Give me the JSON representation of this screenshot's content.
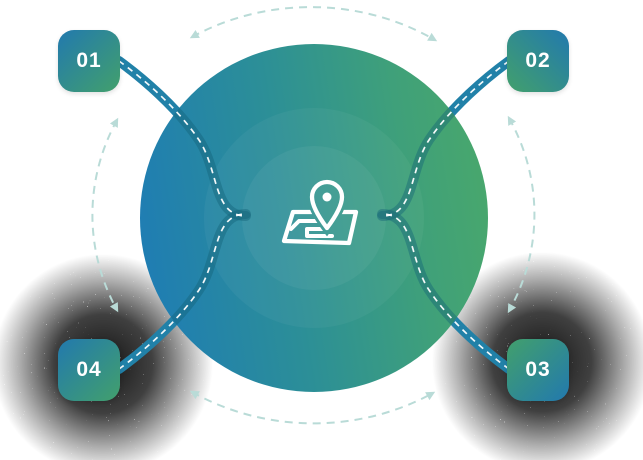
{
  "diagram": {
    "steps": [
      {
        "label": "01",
        "position": "top-left"
      },
      {
        "label": "02",
        "position": "top-right"
      },
      {
        "label": "03",
        "position": "bottom-right"
      },
      {
        "label": "04",
        "position": "bottom-left"
      }
    ],
    "center_icon": "map-location-pin-icon",
    "colors": {
      "badge_gradient_blue": "#2279ae",
      "badge_gradient_green": "#42a06c",
      "circle_gradient_left_blue": "#1f7db3",
      "circle_gradient_mid_teal": "#2c8f97",
      "circle_gradient_right_green": "#48a76d",
      "road_ribbon": "#2181a8",
      "road_dash_line": "#ffffff",
      "orbit_dashed_arc": "#b9dbd7",
      "icon_stroke": "#ffffff",
      "noise_cloud": "#1a1a1a"
    }
  }
}
